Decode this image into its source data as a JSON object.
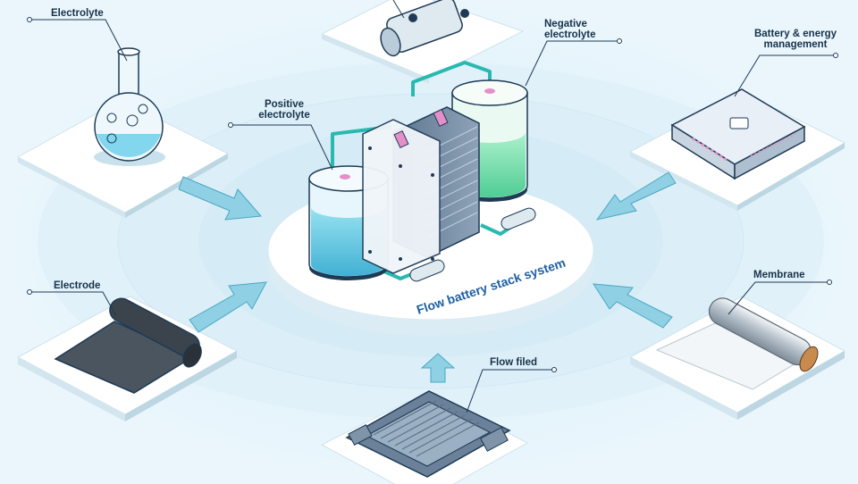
{
  "labels": {
    "electrolyte": "Electrolyte",
    "negative_line1": "Negative",
    "negative_line2": "electrolyte",
    "positive_line1": "Positive",
    "positive_line2": "electrolyte",
    "bms_line1": "Battery & energy",
    "bms_line2": "management",
    "electrode": "Electrode",
    "membrane": "Membrane",
    "flow_field": "Flow filed",
    "center": "Flow battery stack system"
  },
  "colors": {
    "background": "#eaf6fc",
    "tile": "#ffffff",
    "arrow": "#8fd0e4",
    "outline": "#1e3a55",
    "positive_fluid": "#4fc3dd",
    "negative_fluid": "#5fdc9e",
    "pipe": "#29b9b0",
    "cap": "#e58fc8"
  },
  "icons": {
    "electrolyte": "flask-icon",
    "top": "pump-cylinder-icon",
    "bms": "control-box-icon",
    "electrode": "carbon-felt-roll-icon",
    "membrane": "membrane-roll-icon",
    "flow_field": "flow-field-plate-icon"
  }
}
